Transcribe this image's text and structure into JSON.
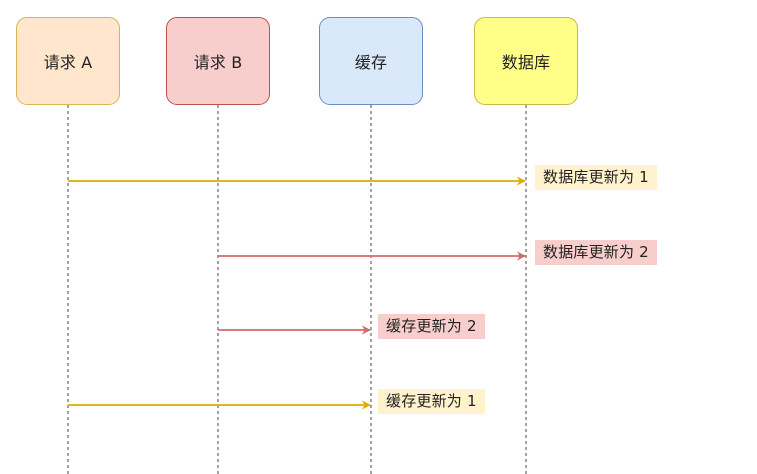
{
  "diagram": {
    "participants": [
      {
        "label": "请求 A",
        "fill": "#ffe6cc",
        "stroke": "#d6b656"
      },
      {
        "label": "请求 B",
        "fill": "#f8cecc",
        "stroke": "#b85450"
      },
      {
        "label": "缓存",
        "fill": "#dae8fc",
        "stroke": "#6c8ebf"
      },
      {
        "label": "数据库",
        "fill": "#ffff88",
        "stroke": "#c9b84a"
      }
    ],
    "messages": [
      {
        "from": 0,
        "to": 3,
        "color": "#e0ac00",
        "label": "数据库更新为 1",
        "label_bg": "#fff2cc"
      },
      {
        "from": 1,
        "to": 3,
        "color": "#d46a6a",
        "label": "数据库更新为 2",
        "label_bg": "#f8cecc"
      },
      {
        "from": 1,
        "to": 2,
        "color": "#d46a6a",
        "label": "缓存更新为 2",
        "label_bg": "#f8cecc"
      },
      {
        "from": 0,
        "to": 2,
        "color": "#e0ac00",
        "label": "缓存更新为 1",
        "label_bg": "#fff2cc"
      }
    ],
    "lifeline_color": "#444444"
  }
}
